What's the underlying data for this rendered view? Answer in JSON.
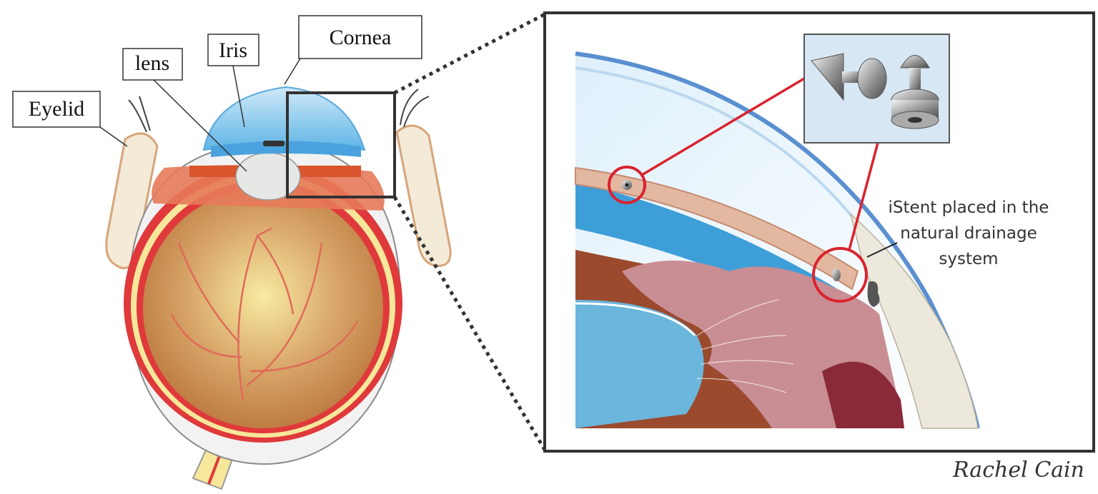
{
  "labels": {
    "eyelid": "Eyelid",
    "lens": "lens",
    "iris": "Iris",
    "cornea": "Cornea"
  },
  "caption": {
    "line1": "iStent placed in the",
    "line2": "natural drainage",
    "line3": "system"
  },
  "signature": "Rachel Cain",
  "colors": {
    "highlight_circle": "#d9232e",
    "cornea_blue": "#7fc3e8",
    "retina_red": "#e0393b",
    "globe_brown": "#c98a4a",
    "tissue_pink": "#c98e94"
  }
}
